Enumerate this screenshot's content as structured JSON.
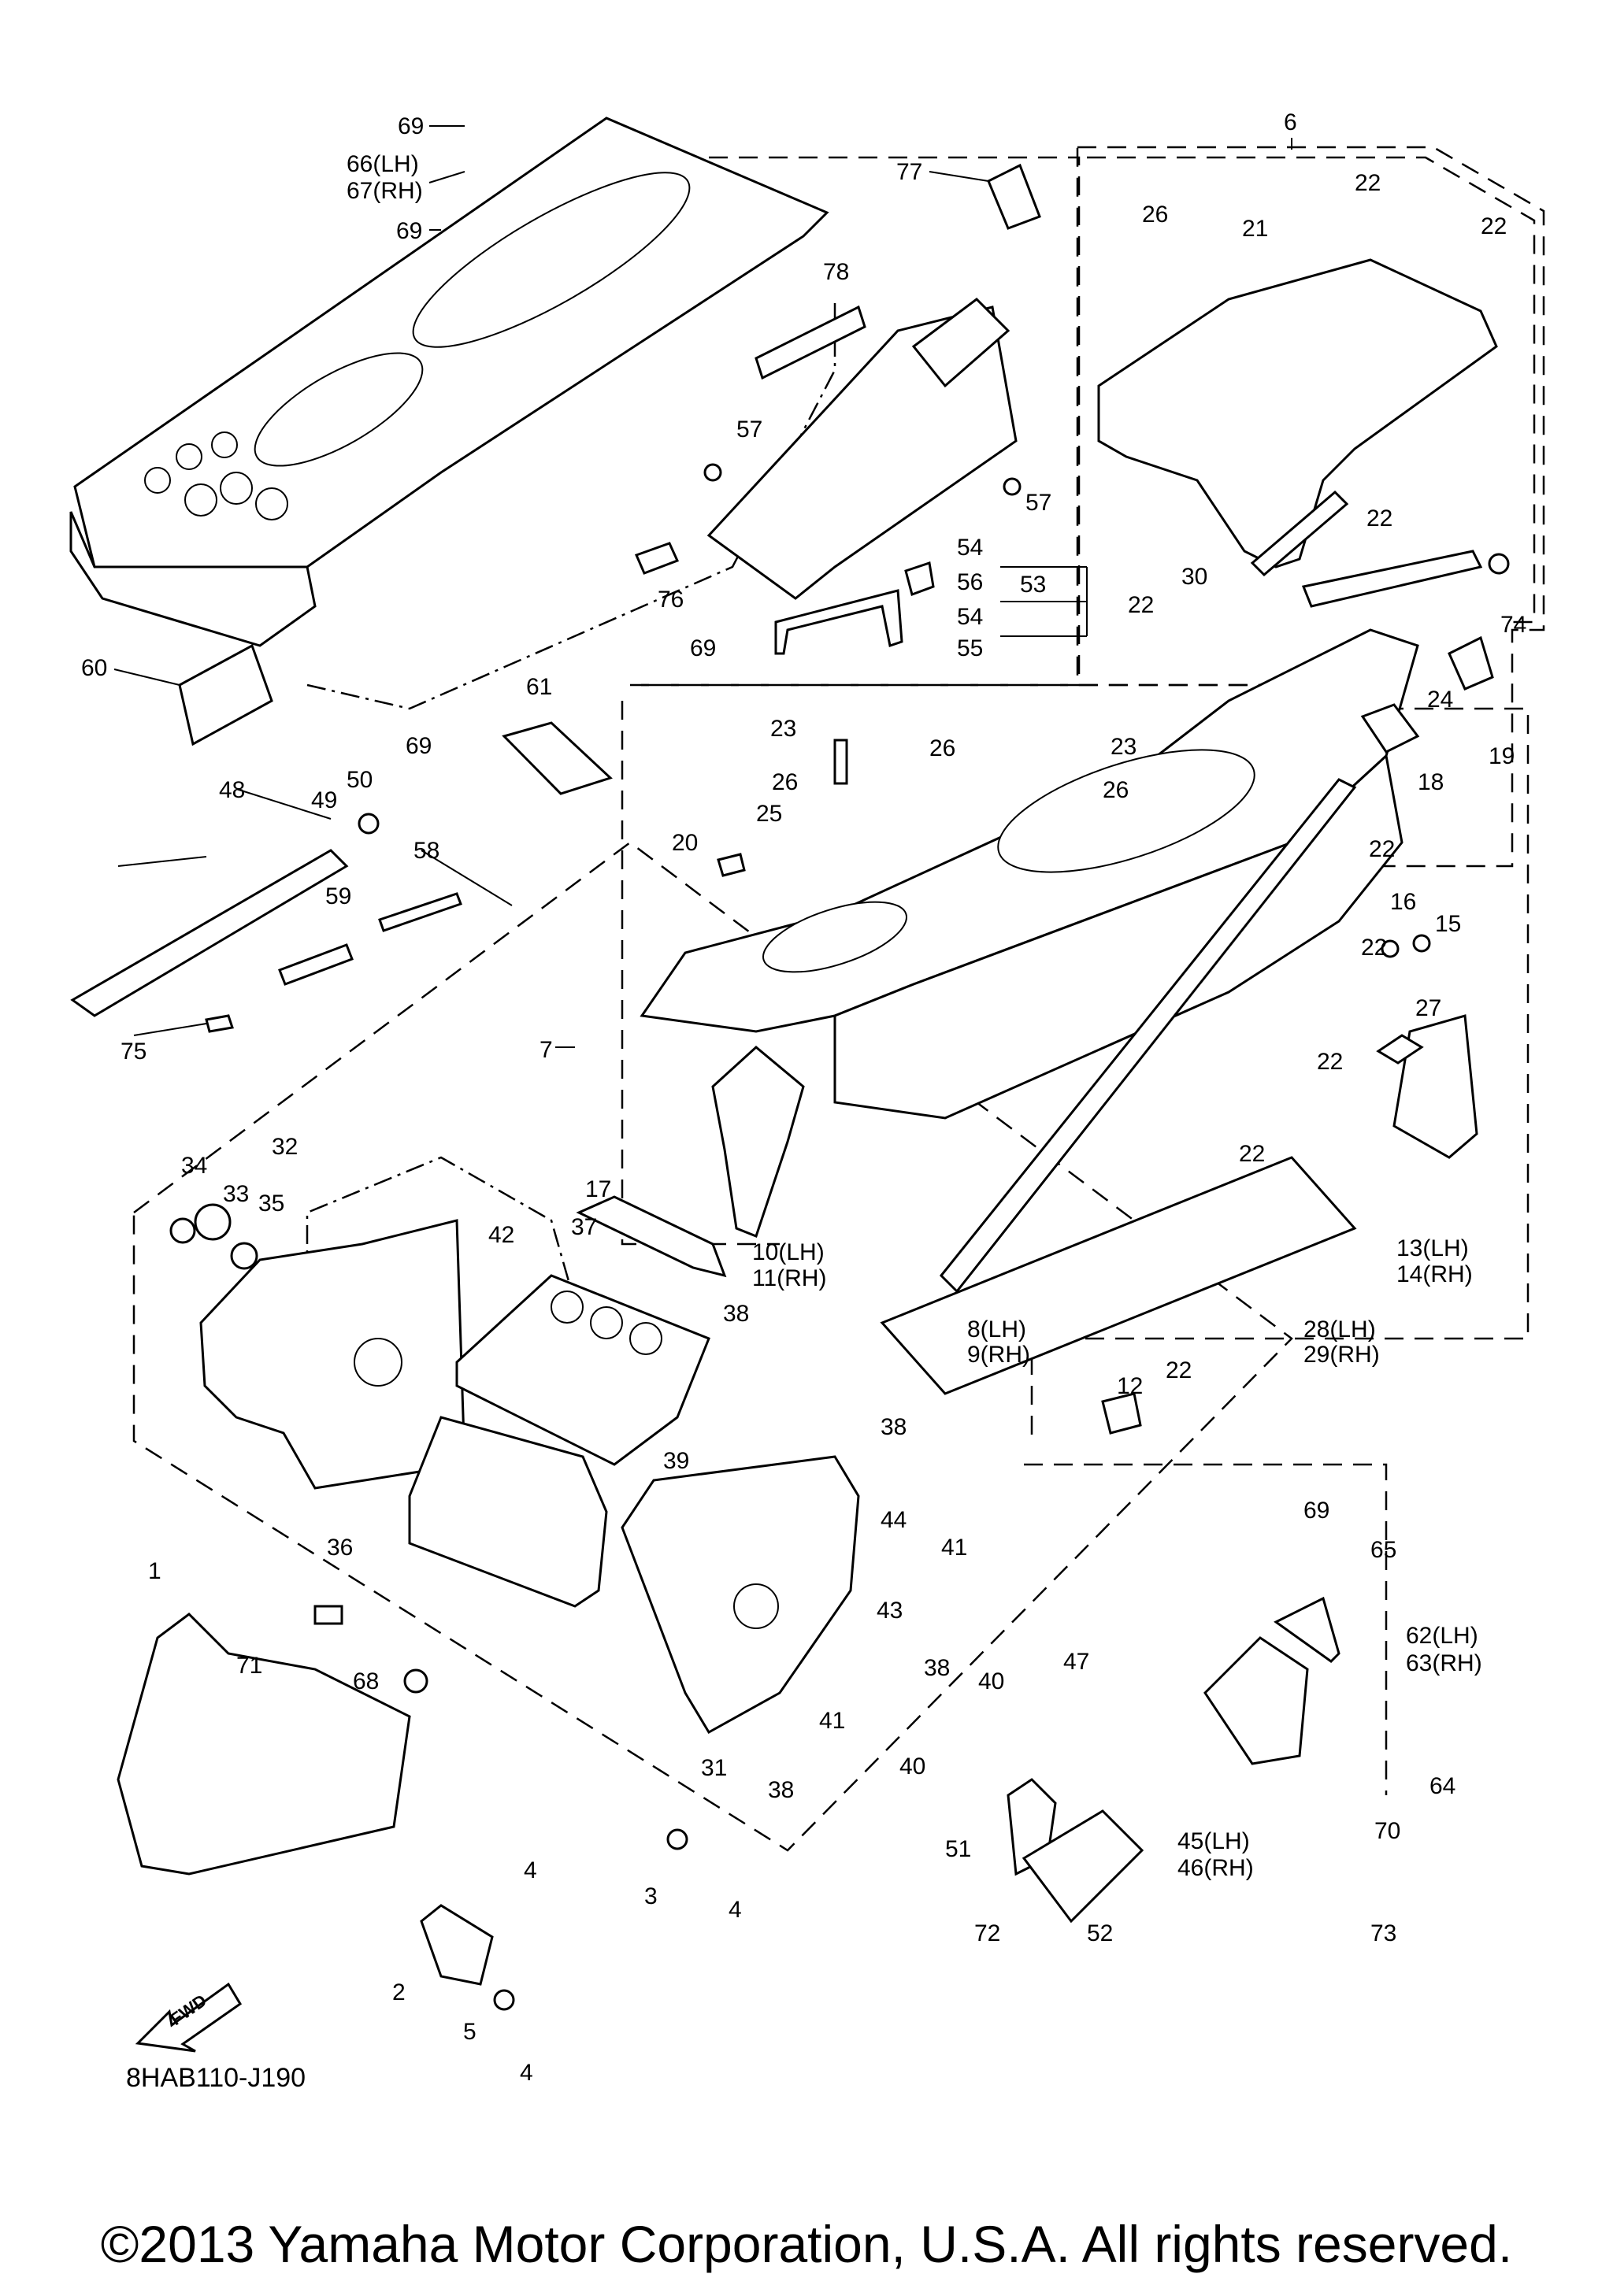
{
  "diagram": {
    "code": "8HAB110-J190",
    "fwd_label": "FWD",
    "callouts": [
      {
        "id": "c69a",
        "text": "69"
      },
      {
        "id": "c66",
        "text": "66(LH)"
      },
      {
        "id": "c67",
        "text": "67(RH)"
      },
      {
        "id": "c69b",
        "text": "69"
      },
      {
        "id": "c77",
        "text": "77"
      },
      {
        "id": "c6",
        "text": "6"
      },
      {
        "id": "c78",
        "text": "78"
      },
      {
        "id": "c26a",
        "text": "26"
      },
      {
        "id": "c21",
        "text": "21"
      },
      {
        "id": "c22a",
        "text": "22"
      },
      {
        "id": "c22b",
        "text": "22"
      },
      {
        "id": "c57a",
        "text": "57"
      },
      {
        "id": "c57b",
        "text": "57"
      },
      {
        "id": "c22c",
        "text": "22"
      },
      {
        "id": "c54a",
        "text": "54"
      },
      {
        "id": "c56",
        "text": "56"
      },
      {
        "id": "c53",
        "text": "53"
      },
      {
        "id": "c54b",
        "text": "54"
      },
      {
        "id": "c55",
        "text": "55"
      },
      {
        "id": "c30",
        "text": "30"
      },
      {
        "id": "c74",
        "text": "74"
      },
      {
        "id": "c76",
        "text": "76"
      },
      {
        "id": "c69c",
        "text": "69"
      },
      {
        "id": "c22d",
        "text": "22"
      },
      {
        "id": "c60",
        "text": "60"
      },
      {
        "id": "c61",
        "text": "61"
      },
      {
        "id": "c24",
        "text": "24"
      },
      {
        "id": "c19",
        "text": "19"
      },
      {
        "id": "c18",
        "text": "18"
      },
      {
        "id": "c23a",
        "text": "23"
      },
      {
        "id": "c69d",
        "text": "69"
      },
      {
        "id": "c26b",
        "text": "26"
      },
      {
        "id": "c23b",
        "text": "23"
      },
      {
        "id": "c26c",
        "text": "26"
      },
      {
        "id": "c26d",
        "text": "26"
      },
      {
        "id": "c50",
        "text": "50"
      },
      {
        "id": "c48",
        "text": "48"
      },
      {
        "id": "c49",
        "text": "49"
      },
      {
        "id": "c25",
        "text": "25"
      },
      {
        "id": "c20",
        "text": "20"
      },
      {
        "id": "c58",
        "text": "58"
      },
      {
        "id": "c22e",
        "text": "22"
      },
      {
        "id": "c16",
        "text": "16"
      },
      {
        "id": "c15",
        "text": "15"
      },
      {
        "id": "c59",
        "text": "59"
      },
      {
        "id": "c22f",
        "text": "22"
      },
      {
        "id": "c27",
        "text": "27"
      },
      {
        "id": "c75",
        "text": "75"
      },
      {
        "id": "c7",
        "text": "7"
      },
      {
        "id": "c22g",
        "text": "22"
      },
      {
        "id": "c32",
        "text": "32"
      },
      {
        "id": "c34",
        "text": "34"
      },
      {
        "id": "c33",
        "text": "33"
      },
      {
        "id": "c35",
        "text": "35"
      },
      {
        "id": "c17",
        "text": "17"
      },
      {
        "id": "c22h",
        "text": "22"
      },
      {
        "id": "c10",
        "text": "10(LH)"
      },
      {
        "id": "c11",
        "text": "11(RH)"
      },
      {
        "id": "c13",
        "text": "13(LH)"
      },
      {
        "id": "c14",
        "text": "14(RH)"
      },
      {
        "id": "c37",
        "text": "37"
      },
      {
        "id": "c42",
        "text": "42"
      },
      {
        "id": "c38a",
        "text": "38"
      },
      {
        "id": "c8",
        "text": "8(LH)"
      },
      {
        "id": "c9",
        "text": "9(RH)"
      },
      {
        "id": "c28",
        "text": "28(LH)"
      },
      {
        "id": "c29",
        "text": "29(RH)"
      },
      {
        "id": "c12",
        "text": "12"
      },
      {
        "id": "c22i",
        "text": "22"
      },
      {
        "id": "c38b",
        "text": "38"
      },
      {
        "id": "c39",
        "text": "39"
      },
      {
        "id": "c69e",
        "text": "69"
      },
      {
        "id": "c36",
        "text": "36"
      },
      {
        "id": "c44",
        "text": "44"
      },
      {
        "id": "c41a",
        "text": "41"
      },
      {
        "id": "c65",
        "text": "65"
      },
      {
        "id": "c1",
        "text": "1"
      },
      {
        "id": "c47",
        "text": "47"
      },
      {
        "id": "c62",
        "text": "62(LH)"
      },
      {
        "id": "c63",
        "text": "63(RH)"
      },
      {
        "id": "c71",
        "text": "71"
      },
      {
        "id": "c43",
        "text": "43"
      },
      {
        "id": "c40a",
        "text": "40"
      },
      {
        "id": "c68",
        "text": "68"
      },
      {
        "id": "c38c",
        "text": "38"
      },
      {
        "id": "c41b",
        "text": "41"
      },
      {
        "id": "c31",
        "text": "31"
      },
      {
        "id": "c40b",
        "text": "40"
      },
      {
        "id": "c64",
        "text": "64"
      },
      {
        "id": "c38d",
        "text": "38"
      },
      {
        "id": "c70",
        "text": "70"
      },
      {
        "id": "c51",
        "text": "51"
      },
      {
        "id": "c45",
        "text": "45(LH)"
      },
      {
        "id": "c46",
        "text": "46(RH)"
      },
      {
        "id": "c4a",
        "text": "4"
      },
      {
        "id": "c3",
        "text": "3"
      },
      {
        "id": "c4b",
        "text": "4"
      },
      {
        "id": "c72",
        "text": "72"
      },
      {
        "id": "c52",
        "text": "52"
      },
      {
        "id": "c73",
        "text": "73"
      },
      {
        "id": "c2",
        "text": "2"
      },
      {
        "id": "c5",
        "text": "5"
      },
      {
        "id": "c4c",
        "text": "4"
      }
    ]
  },
  "footer": {
    "copyright": "©2013 Yamaha Motor Corporation, U.S.A. All rights reserved."
  }
}
